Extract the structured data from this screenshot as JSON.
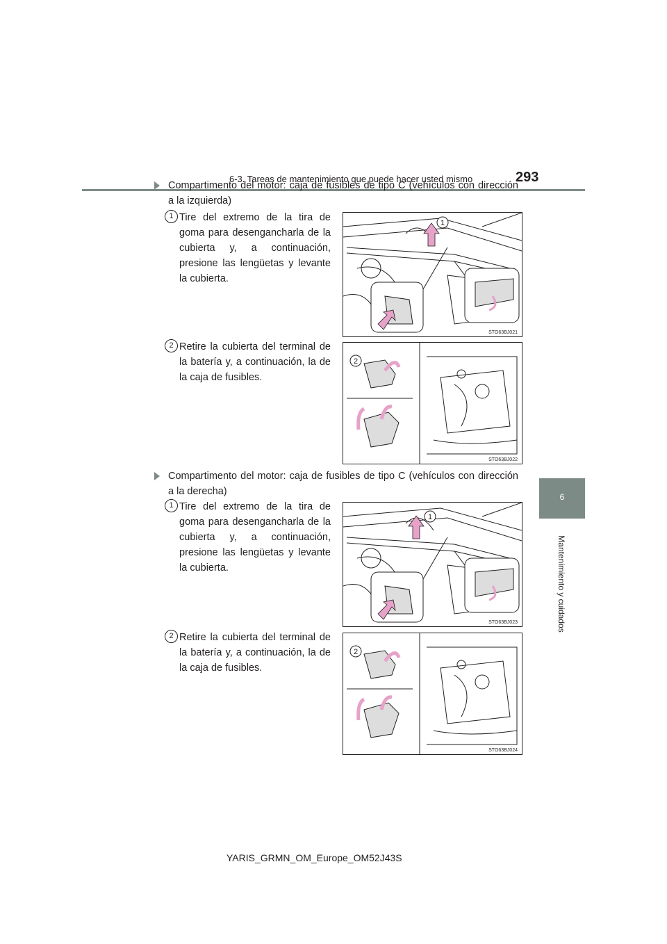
{
  "header": {
    "title": "6-3. Tareas de mantenimiento que puede hacer usted mismo",
    "page_number": "293"
  },
  "side_tab": {
    "number": "6",
    "label": "Mantenimiento y cuidados"
  },
  "sections": [
    {
      "heading": "Compartimento del motor: caja de fusibles de tipo C (vehículos con dirección a la izquierda)",
      "steps": [
        {
          "number": "1",
          "text": "Tire del extremo de la tira de goma para desengancharla de la cubierta y, a continuación, presione las lengüetas y levante la cubierta.",
          "figure_code": "STO63BJ021",
          "figure_label": "1"
        },
        {
          "number": "2",
          "text": "Retire la cubierta del terminal de la batería y, a continuación, la de la caja de fusibles.",
          "figure_code": "STO63BJ022",
          "figure_label": "2"
        }
      ]
    },
    {
      "heading": "Compartimento del motor: caja de fusibles de tipo C (vehículos con dirección a la derecha)",
      "steps": [
        {
          "number": "1",
          "text": "Tire del extremo de la tira de goma para desengancharla de la cubierta y, a continuación, presione las lengüetas y levante la cubierta.",
          "figure_code": "STO63BJ023",
          "figure_label": "1"
        },
        {
          "number": "2",
          "text": "Retire la cubierta del terminal de la batería y, a continuación, la de la caja de fusibles.",
          "figure_code": "STO63BJ024",
          "figure_label": "2"
        }
      ]
    }
  ],
  "footer": {
    "doc_code": "YARIS_GRMN_OM_Europe_OM52J43S"
  },
  "colors": {
    "accent": "#7d8b87",
    "arrow": "#e6a2c8",
    "text": "#231f20"
  }
}
